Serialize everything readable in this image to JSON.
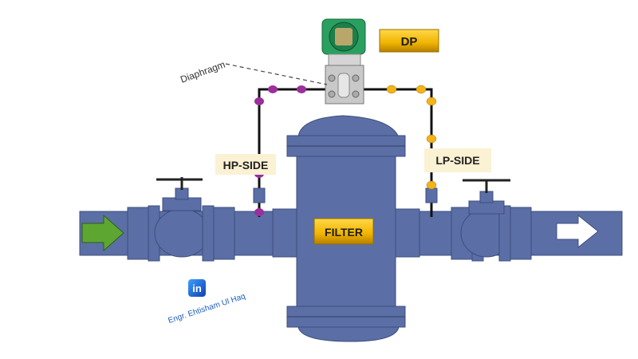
{
  "labels": {
    "dp": "DP",
    "diaphragm": "Diaphragm",
    "hp_side": "HP-SIDE",
    "lp_side": "LP-SIDE",
    "filter": "FILTER",
    "author": "Engr. Ehtisham Ul Haq",
    "linkedin": "in"
  },
  "colors": {
    "pipe": "#5b6fa6",
    "pipe_dark": "#3d4d7e",
    "hp_dot": "#9b2f9b",
    "lp_dot": "#f2b31b",
    "label_bg": "#fbf1d3",
    "gold": "#f0b400",
    "transmitter_green": "#2aa060",
    "linkedin_blue": "#1f6fd6",
    "inlet_arrow": "#5ea632",
    "outlet_arrow": "#ffffff"
  },
  "icons": {
    "inlet": "arrow-right-green",
    "outlet": "arrow-right-white",
    "linkedin": "linkedin-icon"
  }
}
